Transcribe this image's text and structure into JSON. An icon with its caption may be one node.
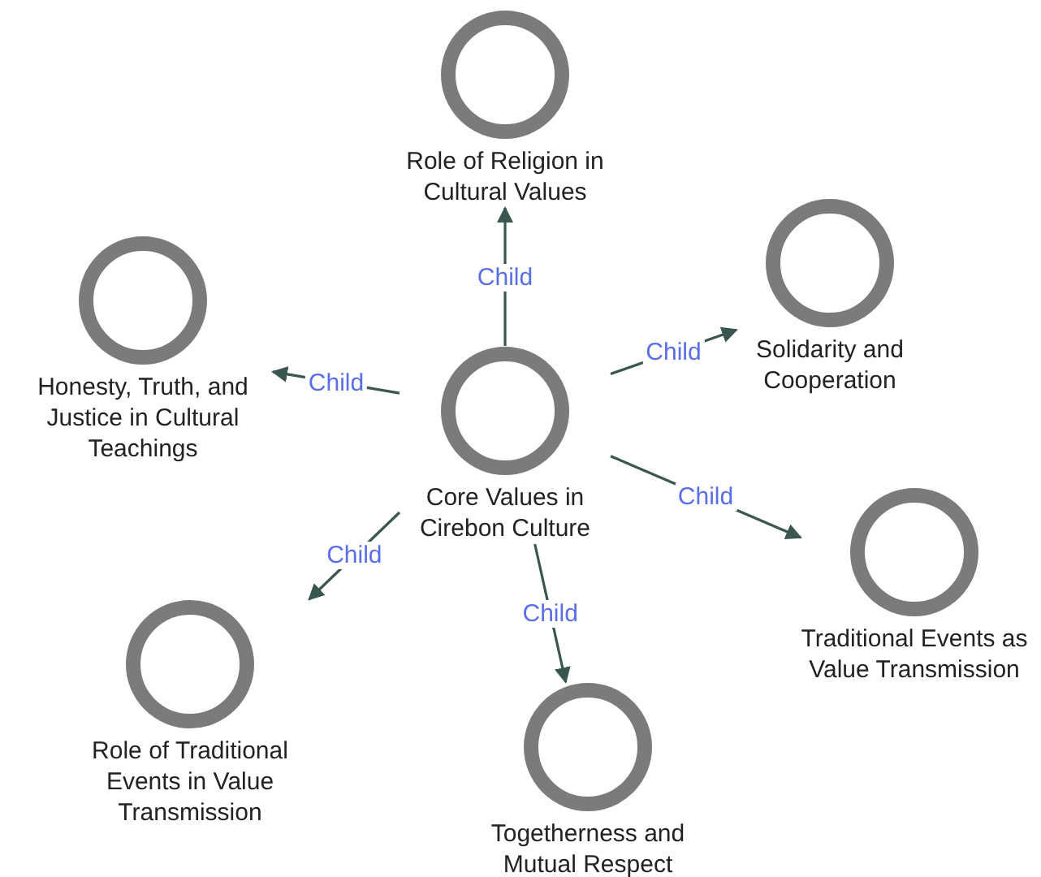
{
  "diagram": {
    "nodes": [
      {
        "text": [
          "Core Values in Cirebon Culture"
        ]
      },
      {
        "text": [
          "Role of Religion in Cultural Values"
        ]
      },
      {
        "text": [
          "Solidarity and Cooperation"
        ]
      },
      {
        "text": [
          "Honesty, Truth, and Justice in Cultural Teachings"
        ]
      },
      {
        "text": [
          "Traditional Events as Value Transmission"
        ]
      },
      {
        "text": [
          "Role of Traditional Events in Value Transmission"
        ]
      },
      {
        "text": [
          "Togetherness and Mutual Respect"
        ]
      }
    ],
    "edges": [
      {
        "from": 0,
        "to": 1,
        "arrow": "to",
        "label": "Child"
      },
      {
        "from": 0,
        "to": 2,
        "arrow": "to",
        "label": "Child"
      },
      {
        "from": 0,
        "to": 3,
        "arrow": "to",
        "label": "Child"
      },
      {
        "from": 0,
        "to": 4,
        "arrow": "to",
        "label": "Child"
      },
      {
        "from": 0,
        "to": 5,
        "arrow": "to",
        "label": "Child"
      },
      {
        "from": 0,
        "to": 6,
        "arrow": "to",
        "label": "Child"
      }
    ]
  }
}
